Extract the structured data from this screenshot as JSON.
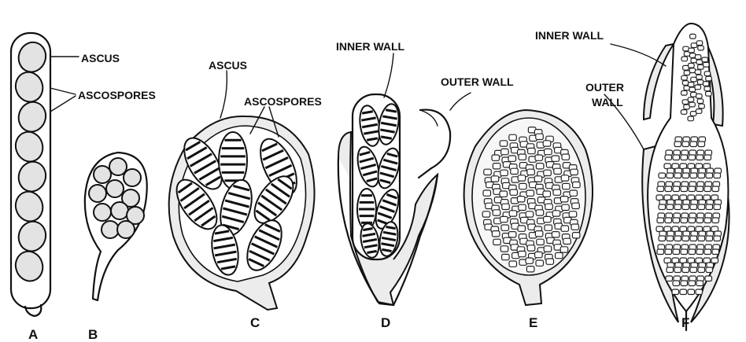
{
  "colors": {
    "ink": "#111111",
    "stipple": "#d9d9d9",
    "background": "#ffffff"
  },
  "labels": {
    "ascus_a": "ASCUS",
    "ascospores_a": "ASCOSPORES",
    "ascus_c": "ASCUS",
    "ascospores_c": "ASCOSPORES",
    "inner_wall_d": "INNER WALL",
    "outer_wall_d": "OUTER WALL",
    "inner_wall_f": "INNER WALL",
    "outer_wall_f_line1": "OUTER",
    "outer_wall_f_line2": "WALL"
  },
  "panels": [
    "A",
    "B",
    "C",
    "D",
    "E",
    "F"
  ]
}
